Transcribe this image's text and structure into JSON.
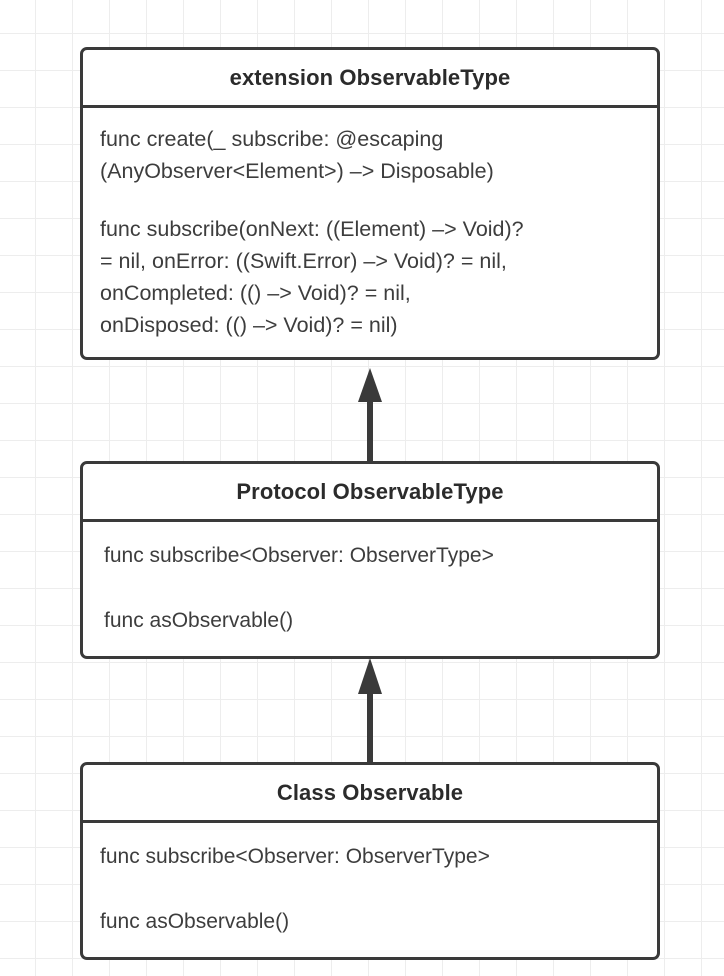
{
  "diagram": {
    "type": "uml-class-diagram",
    "background": {
      "style": "graph-paper-grid",
      "grid_color": "#ededed",
      "page_color": "#ffffff"
    },
    "stroke_color": "#3a3a3a",
    "title_color": "#2b2b2b",
    "body_text_color": "#3d3d3d",
    "boxes": [
      {
        "id": "extension",
        "title": "extension ObservableType",
        "members": [
          "func create(_ subscribe: @escaping\n(AnyObserver<Element>) –> Disposable)",
          "func subscribe(onNext: ((Element) –> Void)?\n= nil, onError: ((Swift.Error) –> Void)? = nil,\nonCompleted: (() –> Void)? = nil,\nonDisposed: (() –> Void)? = nil)"
        ]
      },
      {
        "id": "protocol",
        "title": "Protocol ObservableType",
        "members": [
          "func subscribe<Observer: ObserverType>",
          "func asObservable()"
        ]
      },
      {
        "id": "class",
        "title": "Class Observable",
        "members": [
          "func subscribe<Observer: ObserverType>",
          "func asObservable()"
        ]
      }
    ],
    "connectors": [
      {
        "id": "protocol-to-extension",
        "from": "protocol",
        "to": "extension",
        "kind": "inheritance-arrow",
        "direction": "up",
        "head": "solid-triangle"
      },
      {
        "id": "class-to-protocol",
        "from": "class",
        "to": "protocol",
        "kind": "inheritance-arrow",
        "direction": "up",
        "head": "solid-triangle"
      }
    ]
  }
}
